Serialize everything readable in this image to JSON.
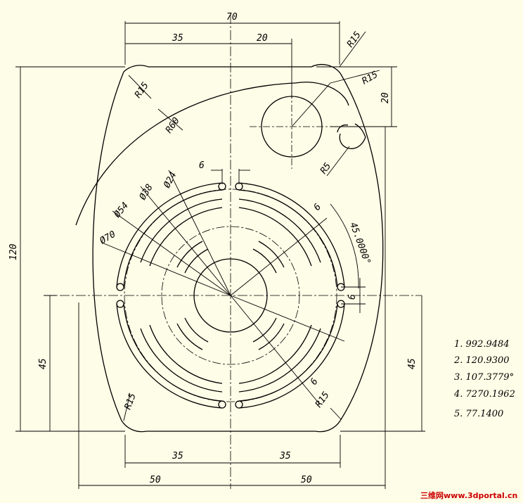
{
  "dimensions": {
    "width_top": "70",
    "left_35_top": "35",
    "right_20_top": "20",
    "r15_top_right": "R15",
    "r15_hole": "R15",
    "vert_20": "20",
    "r15_left_top": "R15",
    "r60": "R60",
    "r5": "R5",
    "slot_6_top": "6",
    "dia_24": "Ø24",
    "dia_38": "Ø38",
    "dia_54": "Ø54",
    "dia_70": "Ø70",
    "slot_6_right": "6",
    "angle_45": "45.0000°",
    "slot_6_side": "6",
    "height_120": "120",
    "left_45": "45",
    "right_45": "45",
    "slot_6_bottom": "6",
    "r15_bottom_right": "R15",
    "r15_bottom_left": "R15",
    "bottom_35_left": "35",
    "bottom_35_right": "35",
    "bottom_50_left": "50",
    "bottom_50_right": "50"
  },
  "results": [
    "1. 992.9484",
    "2. 120.9300",
    "3. 107.3779°",
    "4. 7270.1962",
    "5. 77.1400"
  ],
  "watermark": "三维网www.3dportal.cn"
}
